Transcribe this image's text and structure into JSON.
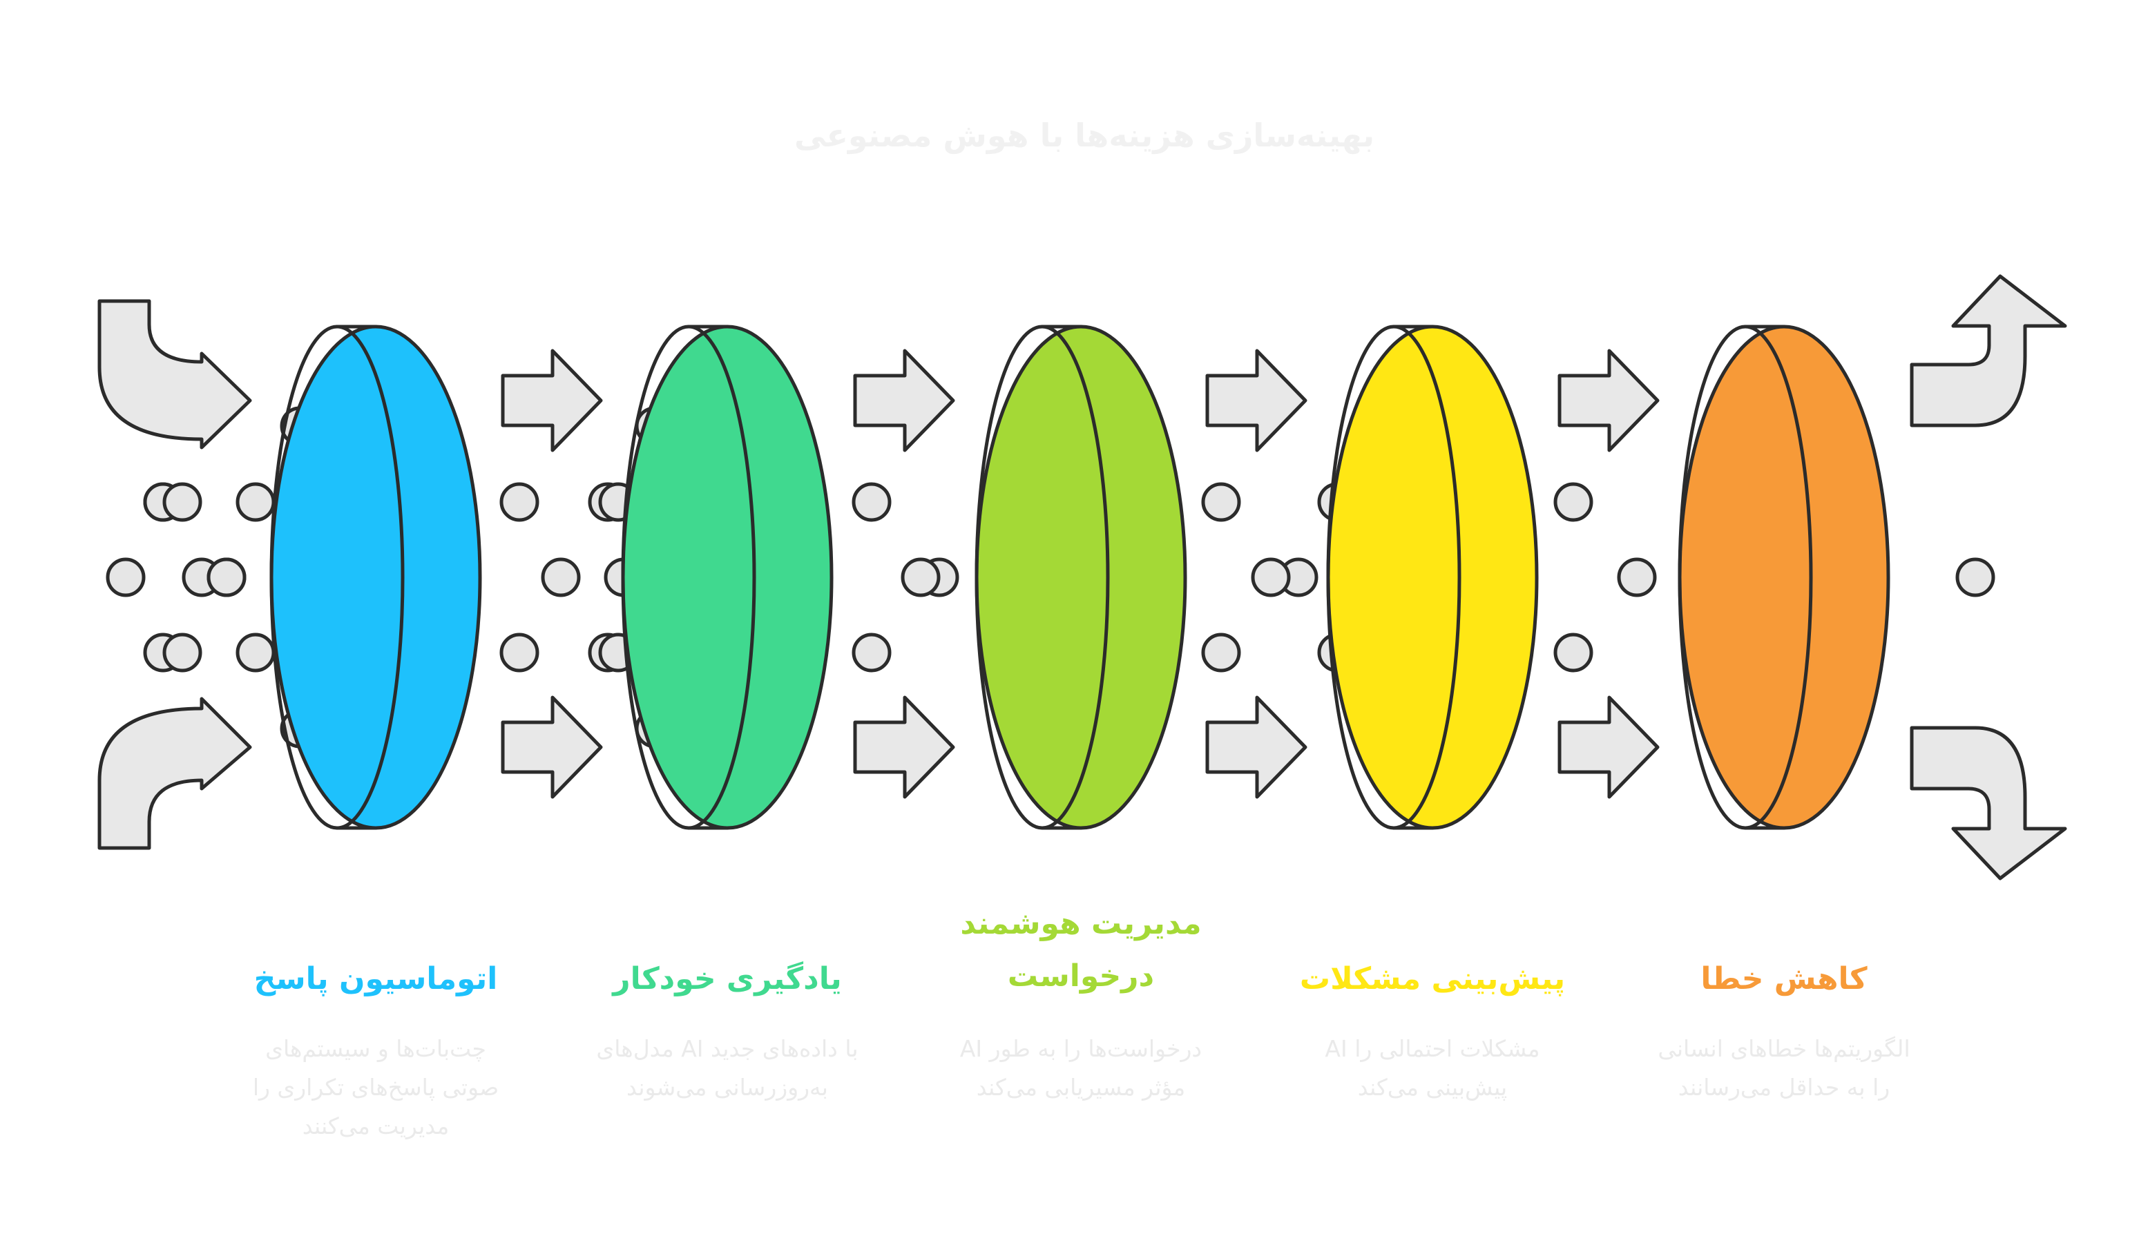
{
  "title": "بهینه‌سازی هزینه‌ها با هوش مصنوعی",
  "stages": [
    {
      "title": [
        "اتوماسیون پاسخ"
      ],
      "description": [
        "چت‌بات‌ها و سیستم‌های",
        "صوتی پاسخ‌های تکراری را",
        "مدیریت می‌کنند"
      ],
      "color": "#1EC1FC",
      "dots": 17
    },
    {
      "title": [
        "یادگیری خودکار"
      ],
      "description": [
        "با داده‌های جدید AI مدل‌های",
        "به‌روزرسانی می‌شوند"
      ],
      "color": "#40D98F",
      "dots": 12
    },
    {
      "title": [
        "مدیریت هوشمند",
        "درخواست"
      ],
      "description": [
        "درخواست‌ها را به طور AI",
        "مؤثر مسیریابی می‌کند"
      ],
      "color": "#A4D936",
      "dots": 9
    },
    {
      "title": [
        "پیش‌بینی مشکلات"
      ],
      "description": [
        "مشکلات احتمالی را AI",
        "پیش‌بینی می‌کند"
      ],
      "color": "#FFE714",
      "dots": 7
    },
    {
      "title": [
        "کاهش خطا"
      ],
      "description": [
        "الگوریتم‌ها خطاهای انسانی",
        "را به حداقل می‌رسانند"
      ],
      "color": "#F79A38",
      "dots": 4
    }
  ],
  "input_dots": 5,
  "output_dots": 1
}
